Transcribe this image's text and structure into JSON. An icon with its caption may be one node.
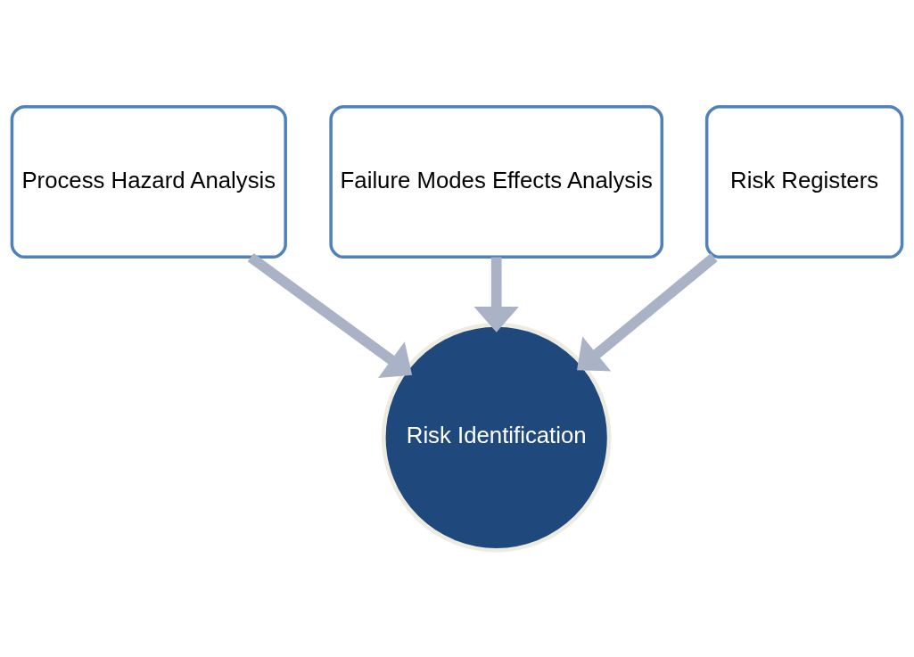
{
  "diagram": {
    "nodes": [
      {
        "text": [
          "Process Hazard Analysis"
        ]
      },
      {
        "text": [
          "Failure Modes Effects Analysis"
        ]
      },
      {
        "text": [
          "Risk Registers"
        ]
      },
      {
        "text": [
          "Risk Identification"
        ]
      }
    ],
    "edges": [
      {
        "from": 0,
        "to": 3,
        "arrow": "to"
      },
      {
        "from": 1,
        "to": 3,
        "arrow": "to"
      },
      {
        "from": 2,
        "to": 3,
        "arrow": "to"
      }
    ]
  }
}
